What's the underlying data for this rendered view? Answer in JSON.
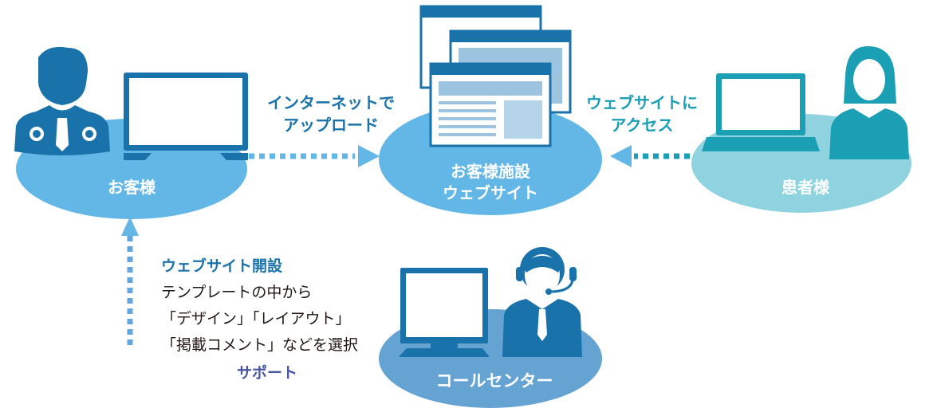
{
  "nodes": {
    "customer": {
      "label": "お客様"
    },
    "website": {
      "label_line1": "お客様施設",
      "label_line2": "ウェブサイト"
    },
    "patient": {
      "label": "患者様"
    },
    "callcenter": {
      "label": "コールセンター"
    }
  },
  "edges": {
    "upload": {
      "line1": "インターネットで",
      "line2": "アップロード"
    },
    "access": {
      "line1": "ウェブサイトに",
      "line2": "アクセス"
    },
    "support": {
      "label": "サポート"
    }
  },
  "setup": {
    "heading": "ウェブサイト開設",
    "lines": [
      "テンプレートの中から",
      "「デザイン」「レイアウト」",
      "「掲載コメント」などを選択"
    ]
  },
  "colors": {
    "dark_blue": "#1a72aa",
    "light_blue": "#63b7e6",
    "teal": "#1a9fb5",
    "patient_bg": "#8fd3e0",
    "callcenter_bg": "#65a3d3",
    "purple": "#8a64b0"
  }
}
